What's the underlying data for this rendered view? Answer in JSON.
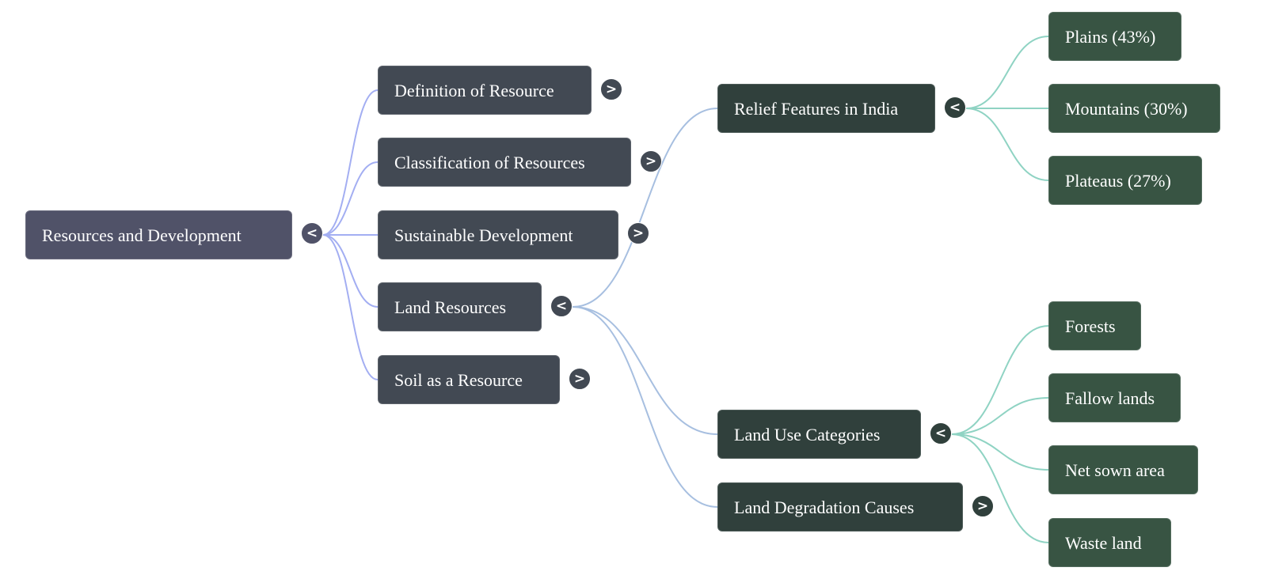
{
  "colors": {
    "root_fill": "#505268",
    "level1_fill": "#424953",
    "level2_fill": "#30403c",
    "level3_fill": "#385443",
    "link_root": "#a3aef2",
    "link_level1": "#a7bfe0",
    "link_level2": "#8fd3c3"
  },
  "root": {
    "label": "Resources and Development",
    "toggle": "<",
    "toggle_state": "expanded"
  },
  "level1": [
    {
      "label": "Definition of Resource",
      "toggle": ">",
      "toggle_state": "collapsed"
    },
    {
      "label": "Classification of Resources",
      "toggle": ">",
      "toggle_state": "collapsed"
    },
    {
      "label": "Sustainable Development",
      "toggle": ">",
      "toggle_state": "collapsed"
    },
    {
      "label": "Land Resources",
      "toggle": "<",
      "toggle_state": "expanded"
    },
    {
      "label": "Soil as a Resource",
      "toggle": ">",
      "toggle_state": "collapsed"
    }
  ],
  "land_resources_children": [
    {
      "label": "Relief Features in India",
      "toggle": "<",
      "toggle_state": "expanded"
    },
    {
      "label": "Land Use Categories",
      "toggle": "<",
      "toggle_state": "expanded"
    },
    {
      "label": "Land Degradation Causes",
      "toggle": ">",
      "toggle_state": "collapsed"
    }
  ],
  "relief_children": [
    {
      "label": "Plains (43%)"
    },
    {
      "label": "Mountains (30%)"
    },
    {
      "label": "Plateaus (27%)"
    }
  ],
  "land_use_children": [
    {
      "label": "Forests"
    },
    {
      "label": "Fallow lands"
    },
    {
      "label": "Net sown area"
    },
    {
      "label": "Waste land"
    }
  ]
}
